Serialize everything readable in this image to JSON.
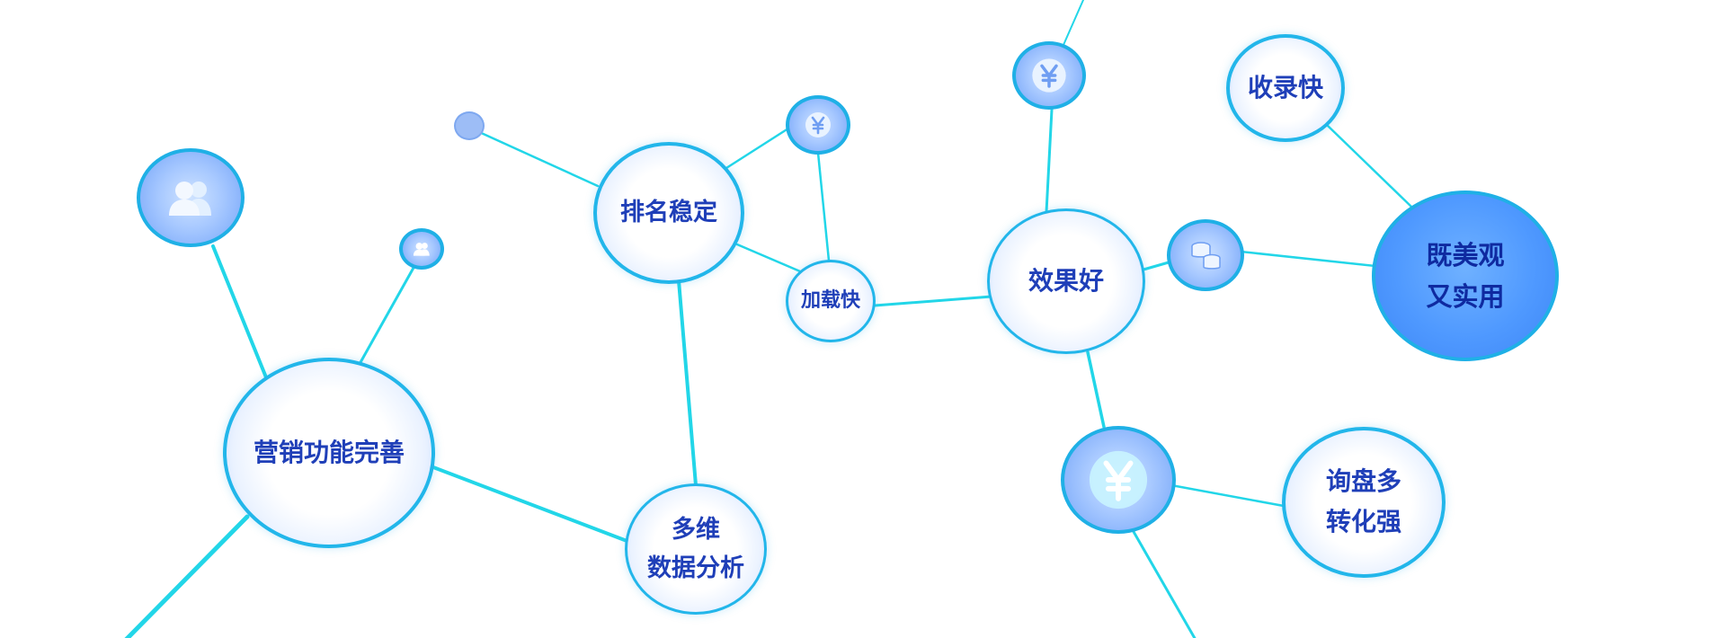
{
  "nodes": {
    "marketing": {
      "label": "营销功能完善"
    },
    "ranking": {
      "label": "排名稳定"
    },
    "multi_dim": {
      "line1": "多维",
      "line2": "数据分析"
    },
    "fast_load": {
      "label": "加载快"
    },
    "good_effect": {
      "label": "效果好"
    },
    "fast_index": {
      "label": "收录快"
    },
    "beautiful": {
      "line1": "既美观",
      "line2": "又实用"
    },
    "inquiry": {
      "line1": "询盘多",
      "line2": "转化强"
    }
  },
  "icons": {
    "users_large": "users-icon",
    "users_small": "users-icon",
    "yen_small": "yen-icon",
    "yen_top": "yen-icon",
    "coins": "coins-icon",
    "yen_large": "yen-icon"
  },
  "colors": {
    "link": "#22d3e6",
    "border": "#22b6ea",
    "text": "#1f3fb8",
    "accent_blue": "#4f99ff"
  }
}
